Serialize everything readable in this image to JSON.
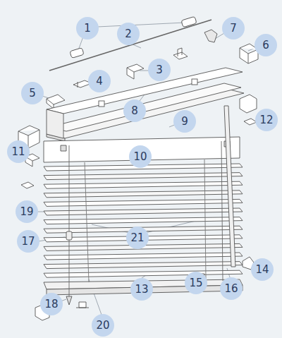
{
  "diagram": {
    "labels": [
      "1",
      "2",
      "7",
      "6",
      "3",
      "4",
      "5",
      "8",
      "9",
      "12",
      "11",
      "10",
      "19",
      "21",
      "17",
      "14",
      "15",
      "16",
      "13",
      "18",
      "20"
    ]
  }
}
